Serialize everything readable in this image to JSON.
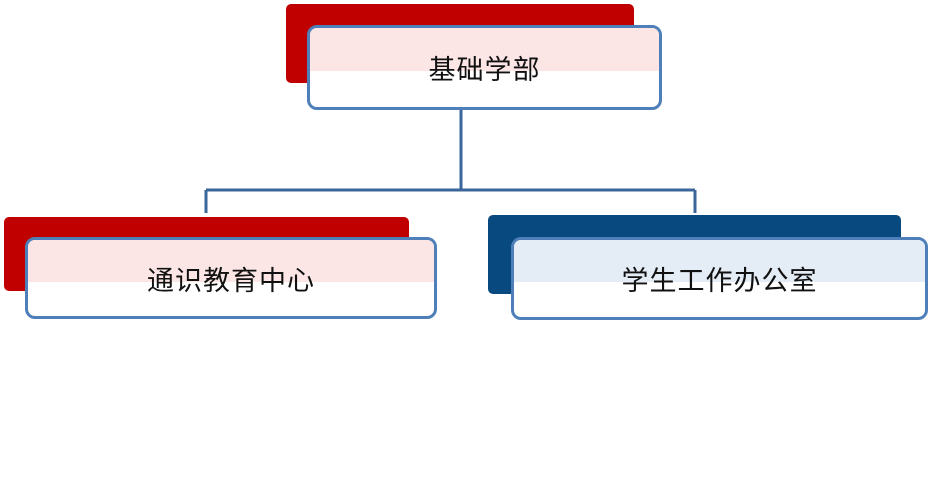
{
  "colors": {
    "accent_red": "#c00000",
    "accent_blue": "#08497f",
    "border_blue": "#4f7fb8",
    "connector": "#3b669a",
    "tint_red": "#fbe5e5",
    "tint_blue": "#e4ecf5"
  },
  "diagram": {
    "root": {
      "label": "基础学部"
    },
    "children": [
      {
        "label": "通识教育中心"
      },
      {
        "label": "学生工作办公室"
      }
    ]
  }
}
